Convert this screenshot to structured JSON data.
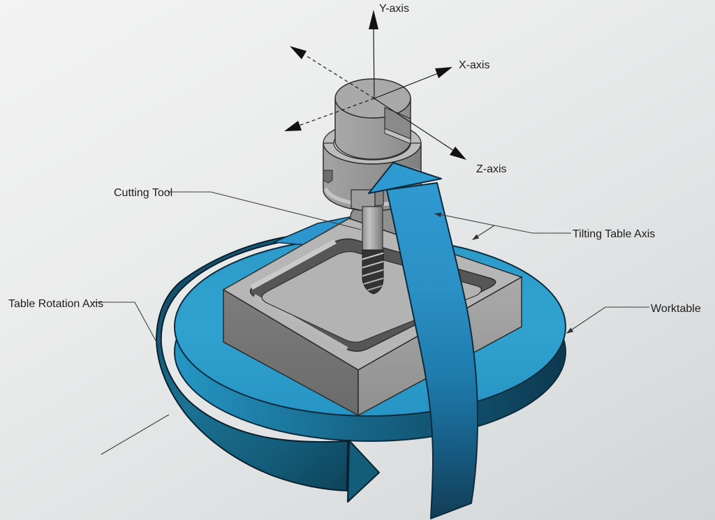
{
  "diagram": {
    "axis_labels": {
      "y": "Y-axis",
      "x": "X-axis",
      "z": "Z-axis"
    },
    "part_labels": {
      "cutting_tool": "Cutting Tool",
      "tilting_table_axis": "Tilting Table Axis",
      "table_rotation_axis": "Table Rotation Axis",
      "worktable": "Worktable"
    },
    "colors": {
      "worktable_top": "#2E9DC9",
      "worktable_side_dark": "#0C3F57",
      "rotation_ring": "#1B6E8E",
      "tilt_ribbon": "#2F9AD2",
      "machine_gray": "#9B9B9B",
      "workpiece_top": "#B6B6B6",
      "text": "#1D1D1D",
      "background": "#E9EAEA"
    }
  }
}
